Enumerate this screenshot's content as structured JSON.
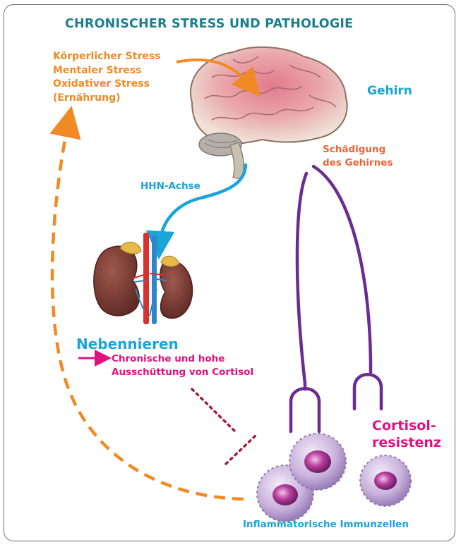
{
  "title": "CHRONISCHER STRESS UND PATHOLOGIE",
  "stressors": [
    "Körperlicher Stress",
    "Mentaler Stress",
    "Oxidativer Stress",
    "(Ernährung)"
  ],
  "labels": {
    "brain": "Gehirn",
    "brain_damage_1": "Schädigung",
    "brain_damage_2": "des Gehirnes",
    "hpa_axis": "HHN-Achse",
    "adrenals": "Nebennieren",
    "cortisol_1": "Chronische und hohe",
    "cortisol_2": "Ausschüttung von Cortisol",
    "resistance_1": "Cortisol-",
    "resistance_2": "resistenz",
    "immune_cells": "Inflammatorische Immunzellen"
  },
  "colors": {
    "title": "#1b7f8e",
    "stress_orange": "#f08a24",
    "hpa_blue": "#1aa4d8",
    "damage_orange": "#e8663a",
    "cortisol_magenta": "#e0117f",
    "pathway_purple": "#6b2c91",
    "inhibition_red": "#a0203a"
  },
  "icons": [
    "brain-icon",
    "adrenal-kidney-icon",
    "immune-cell-icon"
  ]
}
